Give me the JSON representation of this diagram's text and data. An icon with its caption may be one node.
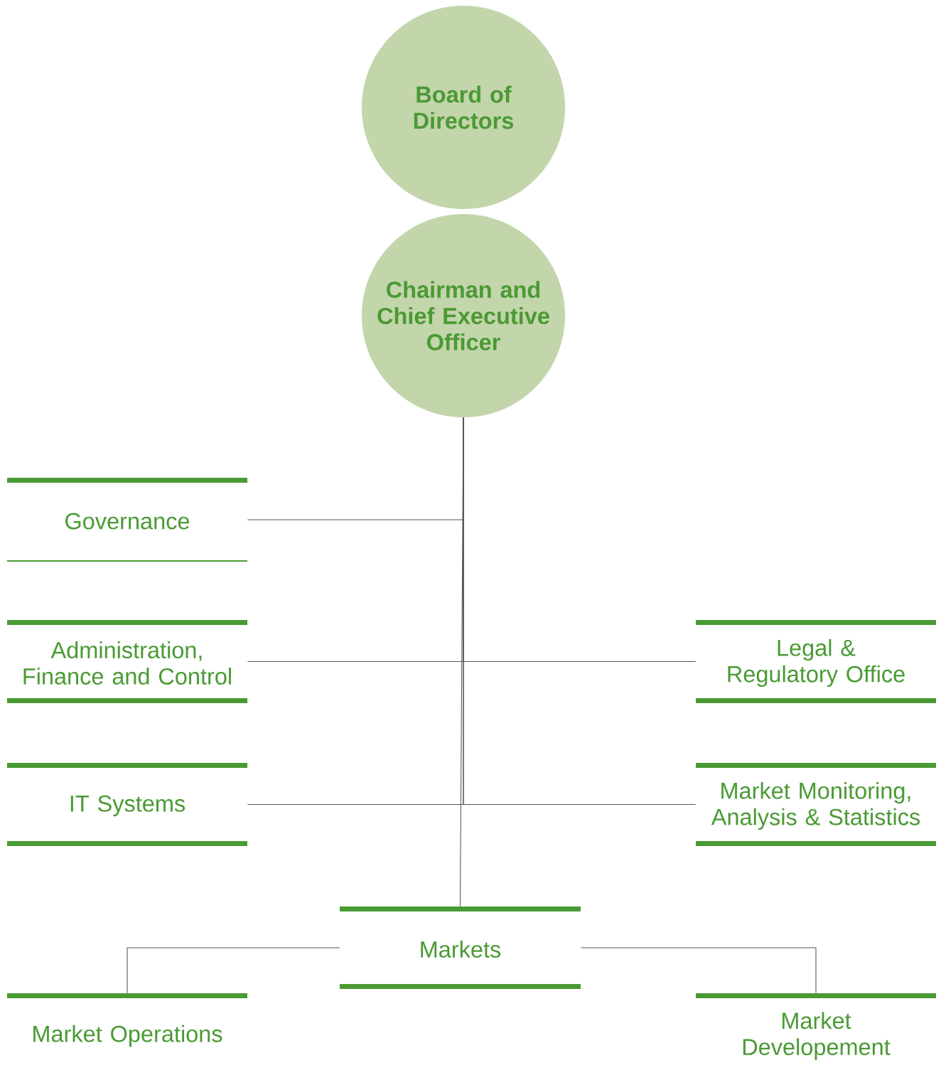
{
  "diagram": {
    "nodes": [
      {
        "text": [
          "Board of Directors"
        ]
      },
      {
        "text": [
          "Chairman and Chief Executive Officer"
        ]
      },
      {
        "text": [
          "Governance"
        ]
      },
      {
        "text": [
          "Administration, Finance and Control"
        ]
      },
      {
        "text": [
          "Legal & Regulatory Office"
        ]
      },
      {
        "text": [
          "IT Systems"
        ]
      },
      {
        "text": [
          "Market Monitoring, Analysis & Statistics"
        ]
      },
      {
        "text": [
          "Markets"
        ]
      },
      {
        "text": [
          "Market Operations"
        ]
      },
      {
        "text": [
          "Market Developement"
        ]
      }
    ],
    "edges": [
      {
        "from": 1,
        "to": 2,
        "arrow": "none"
      },
      {
        "from": 1,
        "to": 3,
        "arrow": "none"
      },
      {
        "from": 1,
        "to": 4,
        "arrow": "none"
      },
      {
        "from": 1,
        "to": 5,
        "arrow": "none"
      },
      {
        "from": 1,
        "to": 6,
        "arrow": "none"
      },
      {
        "from": 1,
        "to": 7,
        "arrow": "none"
      },
      {
        "from": 7,
        "to": 8,
        "arrow": "none"
      },
      {
        "from": 7,
        "to": 9,
        "arrow": "none"
      }
    ]
  }
}
